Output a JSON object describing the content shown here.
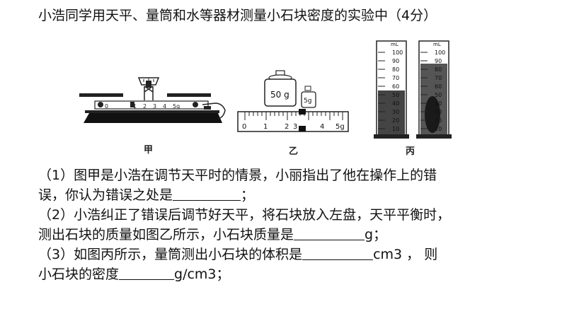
{
  "title": "小浩同学用天平、量筒和水等器材测量小石块密度的实验中（4分）",
  "figures": {
    "jia": {
      "label": "甲",
      "scale_ticks": [
        "0",
        "1",
        "2",
        "3",
        "4",
        "5g"
      ]
    },
    "yi": {
      "label": "乙",
      "weight_big": "50 g",
      "weight_small": "5g",
      "scale_ticks": [
        "0",
        "1",
        "2",
        "3",
        "4",
        "5g"
      ]
    },
    "bing": {
      "label": "丙",
      "unit": "mL",
      "ticks": [
        "100",
        "90",
        "80",
        "70",
        "60",
        "50",
        "40",
        "30",
        "20",
        "10"
      ]
    }
  },
  "questions": {
    "q1_line1": "（1）图甲是小浩在调节天平时的情景，小丽指出了他在操作上的错",
    "q1_line2": "误，你认为错误之处是",
    "q1_end": "；",
    "q2_line1": "（2）小浩纠正了错误后调节好天平，将石块放入左盘，天平平衡时，",
    "q2_line2": "测出石块的质量如图乙所示，小石块质量是",
    "q2_unit": "g；",
    "q3_line1": "（3）如图丙所示，量筒测出小石块的体积是",
    "q3_unit": "cm3 ，  则",
    "q3_line2": "小石块的密度",
    "q3_unit2": "g/cm3；"
  }
}
